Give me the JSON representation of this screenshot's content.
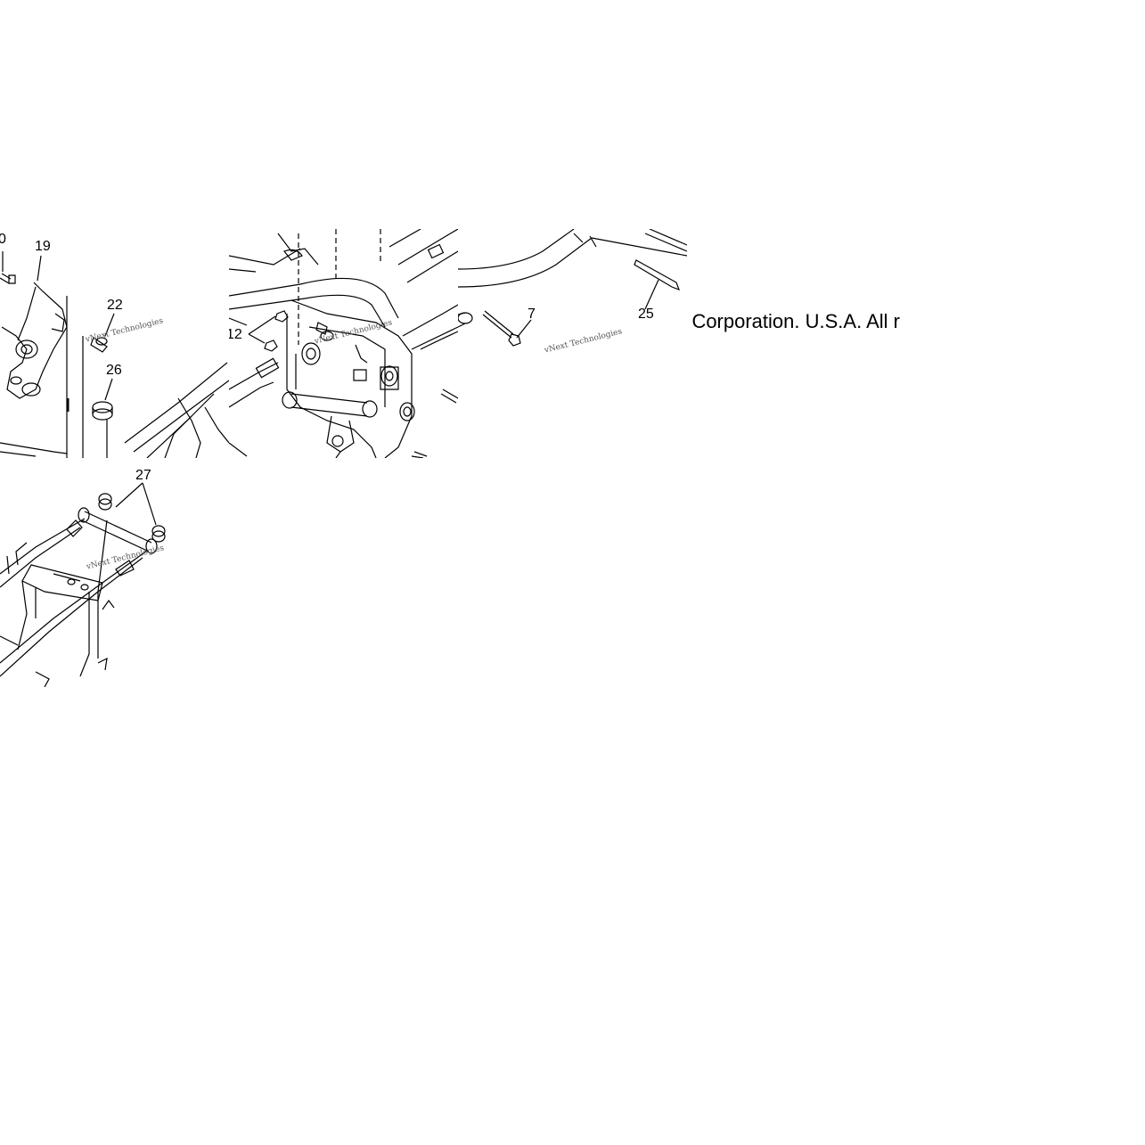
{
  "copyright_fragment": "r Corporation. U.S.A. All r",
  "watermark": "vNext Technologies",
  "callouts": {
    "c20": "0",
    "c19": "19",
    "c22": "22",
    "c26": "26",
    "c12": "12",
    "c7": "7",
    "c25": "25",
    "c27": "27"
  },
  "colors": {
    "line": "#000000",
    "background": "#ffffff",
    "watermark": "#555555"
  }
}
